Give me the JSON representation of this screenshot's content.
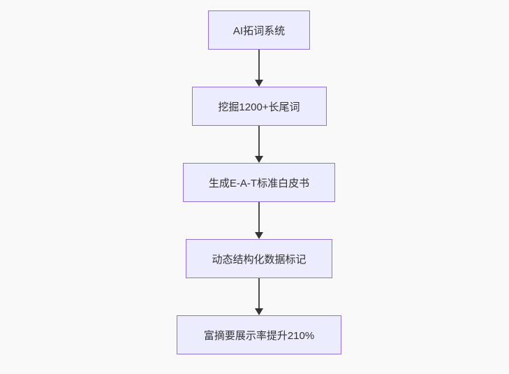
{
  "diagram": {
    "type": "flowchart",
    "direction": "top-down",
    "colors": {
      "node_fill": "#ECECFF",
      "node_border": "#9370DB",
      "edge_line": "#4d4d4d",
      "arrowhead": "#333333",
      "text": "#333333",
      "background": "#f9f9f9"
    },
    "nodes": [
      {
        "id": "n1",
        "label": "AI拓词系统"
      },
      {
        "id": "n2",
        "label": "挖掘1200+长尾词"
      },
      {
        "id": "n3",
        "label": "生成E-A-T标准白皮书"
      },
      {
        "id": "n4",
        "label": "动态结构化数据标记"
      },
      {
        "id": "n5",
        "label": "富摘要展示率提升210%"
      }
    ],
    "edges": [
      {
        "from": "n1",
        "to": "n2",
        "arrow": "down"
      },
      {
        "from": "n2",
        "to": "n3",
        "arrow": "down"
      },
      {
        "from": "n3",
        "to": "n4",
        "arrow": "down"
      },
      {
        "from": "n4",
        "to": "n5",
        "arrow": "down"
      }
    ]
  }
}
